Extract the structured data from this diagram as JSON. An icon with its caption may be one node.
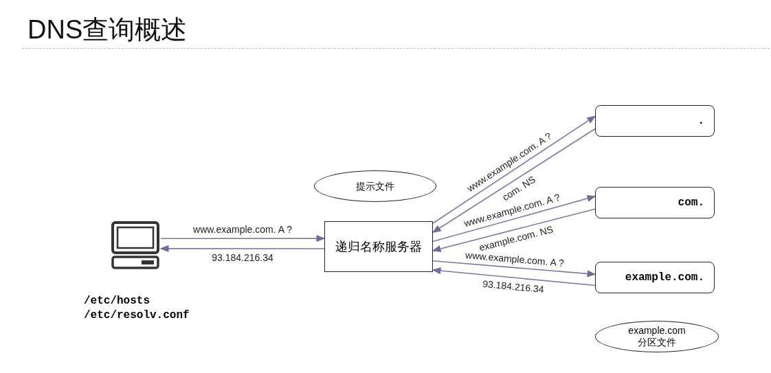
{
  "diagram": {
    "title": "DNS查询概述",
    "nodes": [
      {
        "text": [],
        "shape": "picture",
        "beside": [
          "/etc/hosts",
          "/etc/resolv.conf"
        ]
      },
      {
        "text": [
          "递归名称服务器"
        ]
      },
      {
        "text": [
          "提示文件"
        ]
      },
      {
        "text": [
          "."
        ]
      },
      {
        "text": [
          "com."
        ]
      },
      {
        "text": [
          "example.com."
        ]
      },
      {
        "text": [
          "example.com 分区文件"
        ]
      }
    ],
    "edges": [
      {
        "from": 0,
        "to": 1,
        "arrow": "to",
        "label": "www.example.com.  A ?"
      },
      {
        "from": 1,
        "to": 0,
        "arrow": "to",
        "label": "93.184.216.34"
      },
      {
        "from": 1,
        "to": 3,
        "arrow": "to",
        "label": "www.example.com.  A ?"
      },
      {
        "from": 3,
        "to": 1,
        "arrow": "to",
        "label": "com.  NS"
      },
      {
        "from": 1,
        "to": 4,
        "arrow": "to",
        "label": "www.example.com.  A ?"
      },
      {
        "from": 4,
        "to": 1,
        "arrow": "to",
        "label": "example.com.  NS"
      },
      {
        "from": 1,
        "to": 5,
        "arrow": "to",
        "label": "www.example.com.  A ?"
      },
      {
        "from": 5,
        "to": 1,
        "arrow": "to",
        "label": "93.184.216.34"
      }
    ]
  }
}
